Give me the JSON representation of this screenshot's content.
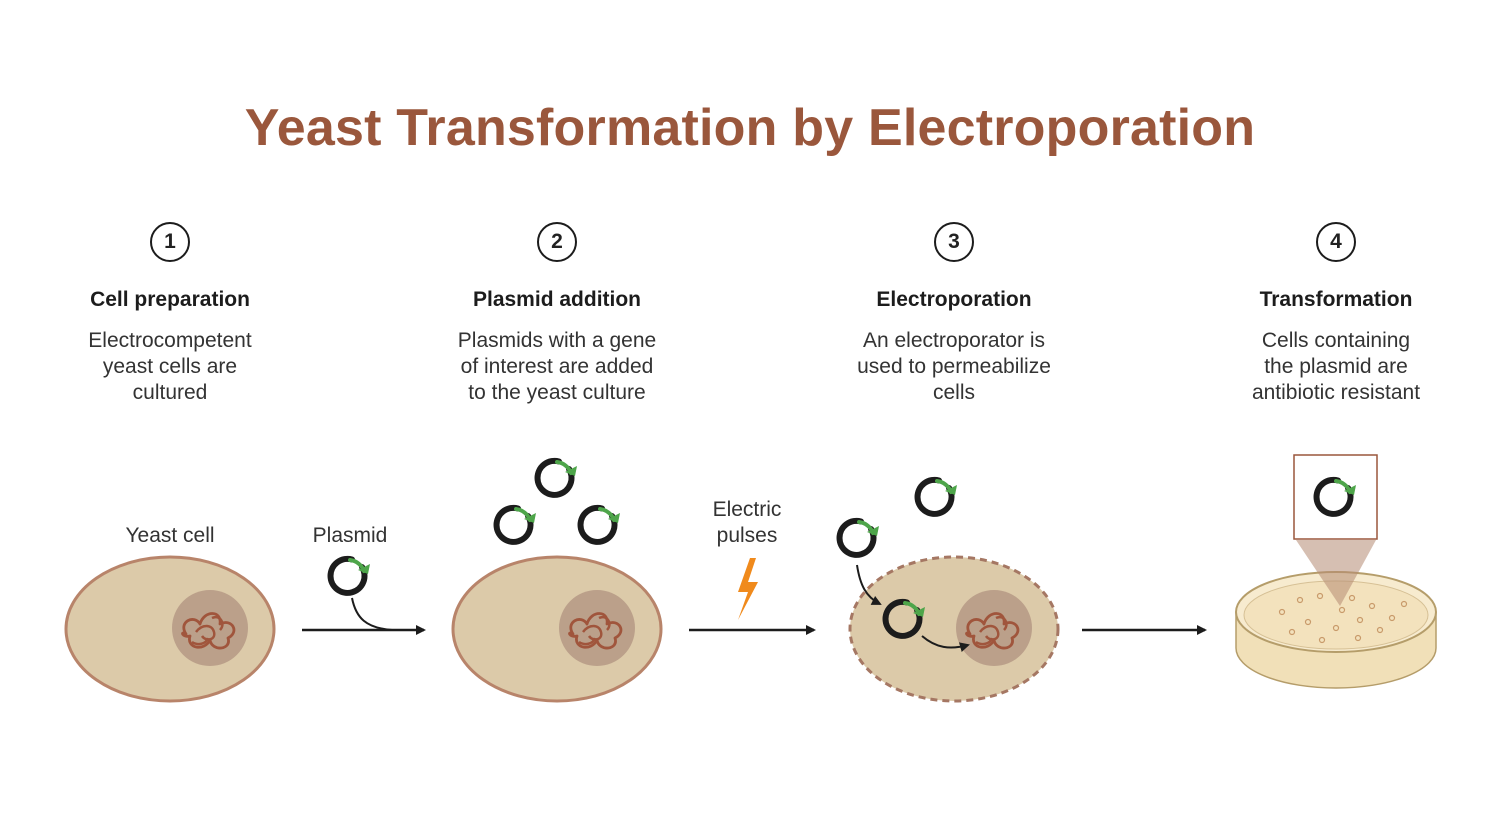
{
  "title": "Yeast Transformation by Electroporation",
  "steps": [
    {
      "number": "1",
      "title": "Cell preparation",
      "description": "Electrocompetent\nyeast cells are\ncultured"
    },
    {
      "number": "2",
      "title": "Plasmid addition",
      "description": "Plasmids with a gene\nof interest are added\nto the yeast culture"
    },
    {
      "number": "3",
      "title": "Electroporation",
      "description": "An electroporator is\nused to permeabilize\ncells"
    },
    {
      "number": "4",
      "title": "Transformation",
      "description": "Cells containing\nthe plasmid are\nantibiotic resistant"
    }
  ],
  "labels": {
    "yeast_cell": "Yeast cell",
    "plasmid": "Plasmid",
    "electric_pulses": "Electric\npulses"
  },
  "colors": {
    "title": "#9a573c",
    "cell_fill": "#dccaa9",
    "cell_border": "#b8846a",
    "nucleus": "#bba08a",
    "dna": "#a0553c",
    "plasmid_arrow": "#4ea54a",
    "bolt": "#f08a1c"
  }
}
